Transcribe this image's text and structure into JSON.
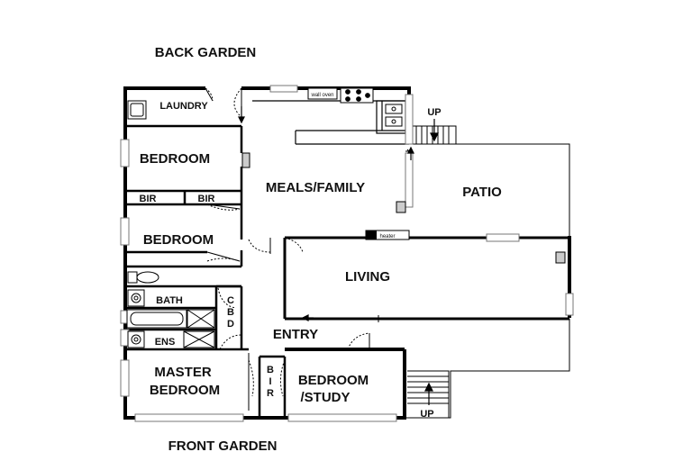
{
  "labels": {
    "back_garden": "BACK GARDEN",
    "front_garden": "FRONT GARDEN",
    "laundry": "LAUNDRY",
    "bedroom_1": "BEDROOM",
    "bedroom_2": "BEDROOM",
    "bir_1": "BIR",
    "bir_2": "BIR",
    "meals_family": "MEALS/FAMILY",
    "patio": "PATIO",
    "living": "LIVING",
    "bath": "BATH",
    "cbd_c": "C",
    "cbd_b": "B",
    "cbd_d": "D",
    "ens": "ENS",
    "entry": "ENTRY",
    "master_1": "MASTER",
    "master_2": "BEDROOM",
    "bir3_b": "B",
    "bir3_i": "I",
    "bir3_r": "R",
    "study_1": "BEDROOM",
    "study_2": "/STUDY",
    "up_top": "UP",
    "up_bottom": "UP",
    "wall_oven": "wall oven",
    "heater": "heater"
  },
  "icons": [
    "stove-icon",
    "sink-icon",
    "toilet-icon",
    "bathtub-icon",
    "shower-icon",
    "basin-icon",
    "door-arc-icon",
    "arrow-up-icon"
  ]
}
